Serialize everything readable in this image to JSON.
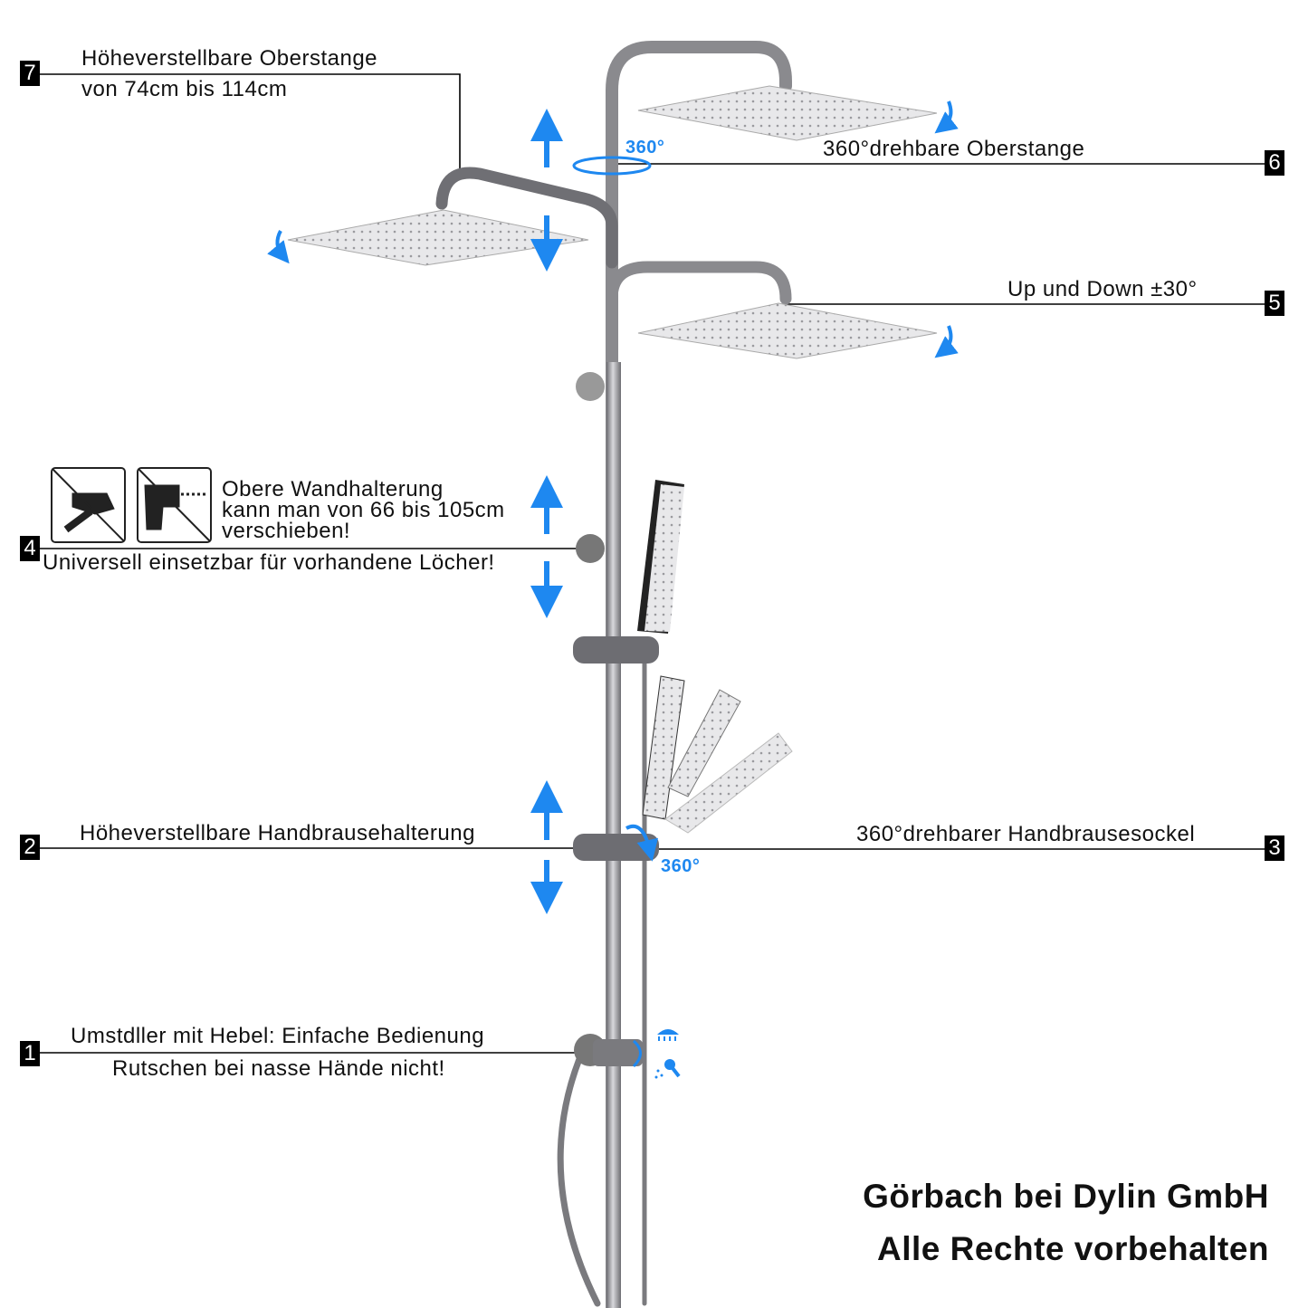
{
  "callouts": [
    {
      "number": "7",
      "lines": [
        "Höheverstellbare Oberstange",
        "von 74cm bis 114cm"
      ]
    },
    {
      "number": "6",
      "lines": [
        "360°drehbare Oberstange"
      ],
      "badge": "360°"
    },
    {
      "number": "5",
      "lines": [
        "Up und Down ±30°"
      ]
    },
    {
      "number": "4",
      "lines": [
        "Obere Wandhalterung",
        "kann man von 66 bis 105cm",
        "verschieben!",
        "Universell einsetzbar für vorhandene Löcher!"
      ]
    },
    {
      "number": "2",
      "lines": [
        "Höheverstellbare Handbrausehalterung"
      ]
    },
    {
      "number": "3",
      "lines": [
        "360°drehbarer Handbrausesockel"
      ],
      "badge": "360°"
    },
    {
      "number": "1",
      "lines": [
        "Umstdller mit Hebel: Einfache Bedienung",
        "Rutschen bei nasse Hände nicht!"
      ]
    }
  ],
  "icons": [
    "no-hammer-icon",
    "no-drill-icon",
    "rain-shower-icon",
    "hand-shower-icon"
  ],
  "footer": {
    "line1": "Görbach bei Dylin GmbH",
    "line2": "Alle Rechte vorbehalten"
  },
  "colors": {
    "accent": "#1e88f0",
    "metal": "#8a8a8e"
  }
}
